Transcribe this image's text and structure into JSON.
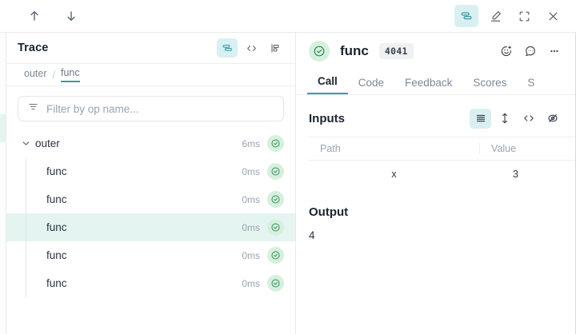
{
  "topbar": {
    "nav_up": "up-arrow",
    "nav_down": "down-arrow",
    "actions": [
      {
        "icon": "stacked-layers-icon",
        "active": true
      },
      {
        "icon": "highlighter-pen-icon",
        "active": false
      },
      {
        "icon": "fullscreen-icon",
        "active": false
      },
      {
        "icon": "close-icon",
        "active": false
      }
    ]
  },
  "trace": {
    "title": "Trace",
    "header_icons": [
      "stacked-layers-icon",
      "code-icon",
      "flamegraph-icon"
    ],
    "breadcrumb": {
      "root": "outer",
      "separator": "/",
      "current": "func"
    },
    "filter": {
      "placeholder": "Filter by op name...",
      "value": "",
      "icon": "filter-icon"
    },
    "rows": [
      {
        "label": "outer",
        "duration": "6ms",
        "depth": 0,
        "expanded": true,
        "selected": false,
        "status": "success"
      },
      {
        "label": "func",
        "duration": "0ms",
        "depth": 1,
        "expanded": false,
        "selected": false,
        "status": "success"
      },
      {
        "label": "func",
        "duration": "0ms",
        "depth": 1,
        "expanded": false,
        "selected": false,
        "status": "success"
      },
      {
        "label": "func",
        "duration": "0ms",
        "depth": 1,
        "expanded": false,
        "selected": true,
        "status": "success"
      },
      {
        "label": "func",
        "duration": "0ms",
        "depth": 1,
        "expanded": false,
        "selected": false,
        "status": "success"
      },
      {
        "label": "func",
        "duration": "0ms",
        "depth": 1,
        "expanded": false,
        "selected": false,
        "status": "success"
      }
    ]
  },
  "detail": {
    "status": "success",
    "title": "func",
    "id_badge": "4041",
    "header_icons": [
      "add-reaction-icon",
      "comment-icon",
      "more-options-icon"
    ],
    "tabs": [
      {
        "label": "Call",
        "active": true
      },
      {
        "label": "Code",
        "active": false
      },
      {
        "label": "Feedback",
        "active": false
      },
      {
        "label": "Scores",
        "active": false
      },
      {
        "label": "S",
        "active": false
      }
    ],
    "inputs": {
      "title": "Inputs",
      "view_icons": [
        "list-view-icon",
        "expand-rows-icon",
        "code-icon",
        "hide-icon"
      ],
      "columns": [
        "Path",
        "Value"
      ],
      "rows": [
        {
          "path": "x",
          "value": "3"
        }
      ]
    },
    "output": {
      "title": "Output",
      "value": "4"
    }
  },
  "colors": {
    "accent": "#3a9aa5",
    "accent_bg": "#d8f0f2",
    "selected_row_bg": "#e4f4f1",
    "success": "#2e8b57",
    "success_bg": "#d6f0de"
  }
}
